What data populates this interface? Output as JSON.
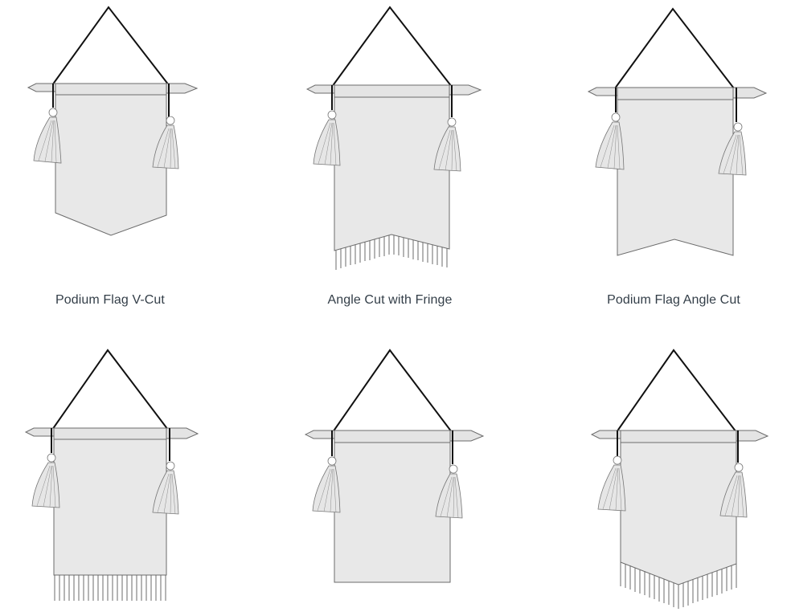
{
  "flags": [
    {
      "id": "v-cut",
      "caption": "Podium Flag V-Cut",
      "shape": "v-cut",
      "fringe": false
    },
    {
      "id": "angle-fringe",
      "caption": "Angle Cut with Fringe",
      "shape": "angle-fringe",
      "fringe": true
    },
    {
      "id": "angle-cut",
      "caption": "Podium Flag Angle Cut",
      "shape": "angle-cut",
      "fringe": false
    },
    {
      "id": "straight-fringe",
      "caption": "",
      "shape": "straight-fringe",
      "fringe": true
    },
    {
      "id": "straight",
      "caption": "",
      "shape": "straight",
      "fringe": false
    },
    {
      "id": "pointed-fringe",
      "caption": "",
      "shape": "pointed-fringe",
      "fringe": true
    }
  ],
  "colors": {
    "flag_fill": "#e8e8e8",
    "outline": "#6b6b6b",
    "cord": "#111111",
    "caption_text": "#333e48"
  }
}
